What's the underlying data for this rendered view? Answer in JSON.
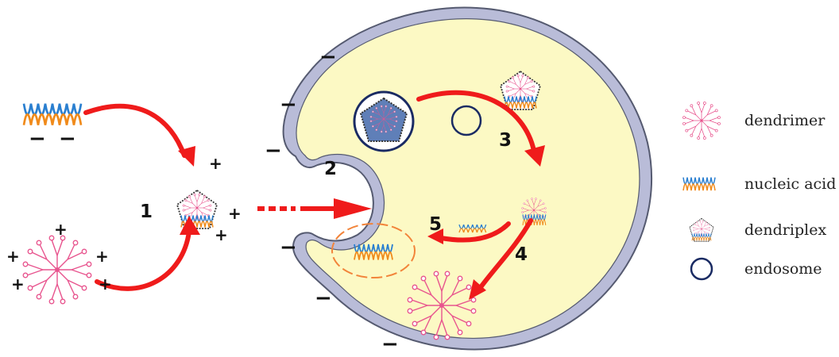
{
  "legend": {
    "dendrimer": "dendrimer",
    "nucleic_acid": "nucleic acid",
    "dendriplex": "dendriplex",
    "endosome": "endosome"
  },
  "steps": {
    "s1": "1",
    "s2": "2",
    "s3": "3",
    "s4": "4",
    "s5": "5"
  },
  "charges": {
    "negative": "−",
    "positive": "+"
  },
  "colors": {
    "cell_fill": "#fcf9c4",
    "membrane": "#b9bcd8",
    "membrane_outline": "#555a70",
    "arrow": "#ef1b1b",
    "dendrimer": "#e8548e",
    "endosome": "#1a2b63",
    "dna_orange": "#f08a1a",
    "dna_blue": "#2a7fd0",
    "nucleus_outline": "#f2843a"
  }
}
